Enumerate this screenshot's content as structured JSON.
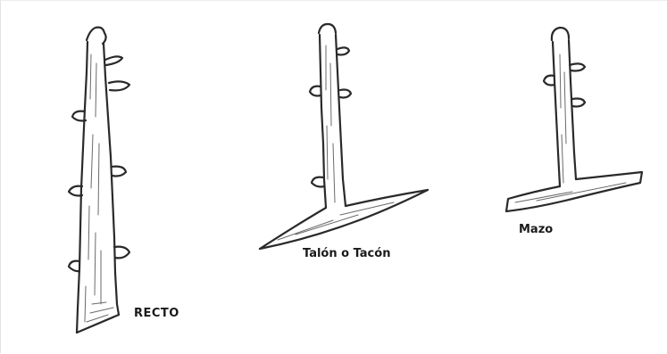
{
  "cuttings": [
    {
      "id": "recto",
      "label": "RECTO",
      "icon": "straight-cutting-drawing"
    },
    {
      "id": "talon",
      "label": "Talón o Tacón",
      "icon": "heel-cutting-drawing"
    },
    {
      "id": "mazo",
      "label": "Mazo",
      "icon": "mallet-cutting-drawing"
    }
  ],
  "colors": {
    "ink": "#2a2a2a",
    "shade": "#6a6a6a",
    "background": "#ffffff"
  }
}
